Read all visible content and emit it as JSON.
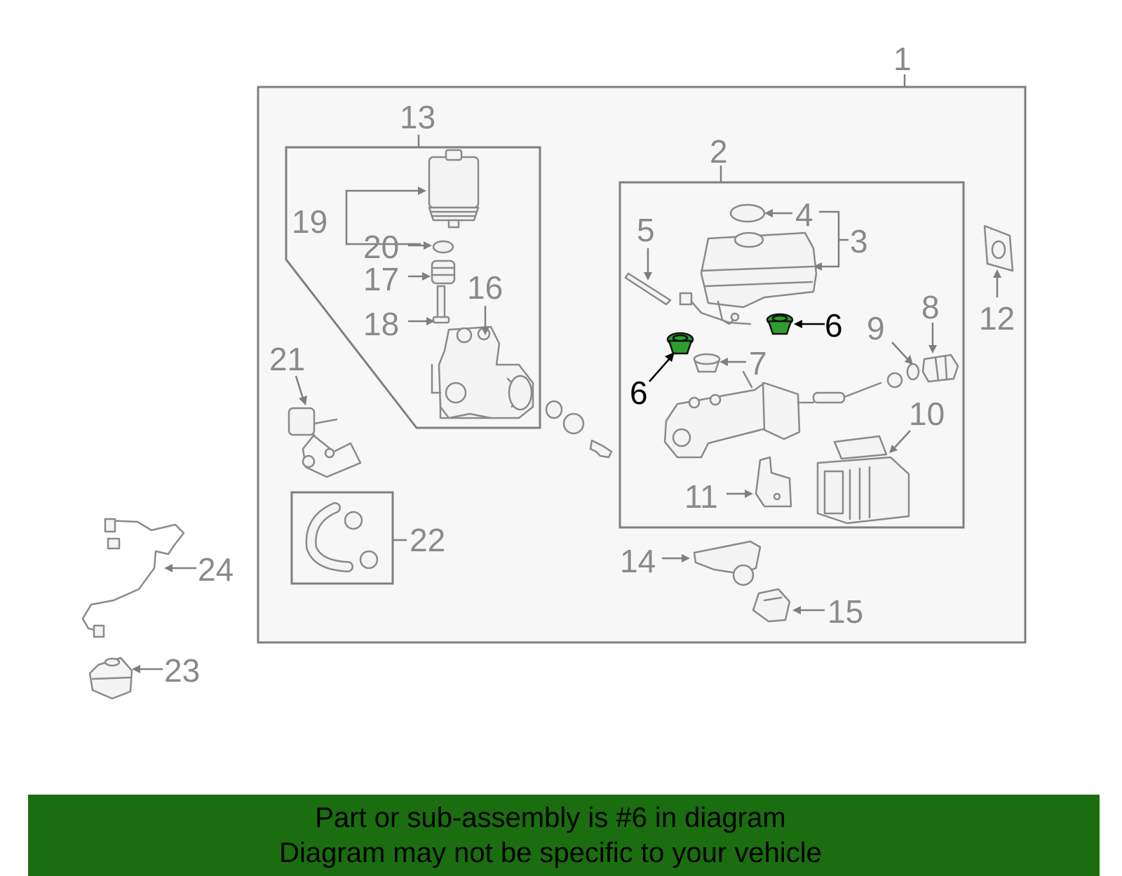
{
  "callouts": {
    "c1": "1",
    "c2": "2",
    "c3": "3",
    "c4": "4",
    "c5": "5",
    "c6a": "6",
    "c6b": "6",
    "c7": "7",
    "c8": "8",
    "c9": "9",
    "c10": "10",
    "c11": "11",
    "c12": "12",
    "c13": "13",
    "c14": "14",
    "c15": "15",
    "c16": "16",
    "c17": "17",
    "c18": "18",
    "c19": "19",
    "c20": "20",
    "c21": "21",
    "c22": "22",
    "c23": "23",
    "c24": "24"
  },
  "highlight_color": "#2f9e2f",
  "banner": {
    "background": "#1a6e0f",
    "line1": "Part or sub-assembly is #6 in diagram",
    "line2": "Diagram may not be specific to your vehicle"
  }
}
